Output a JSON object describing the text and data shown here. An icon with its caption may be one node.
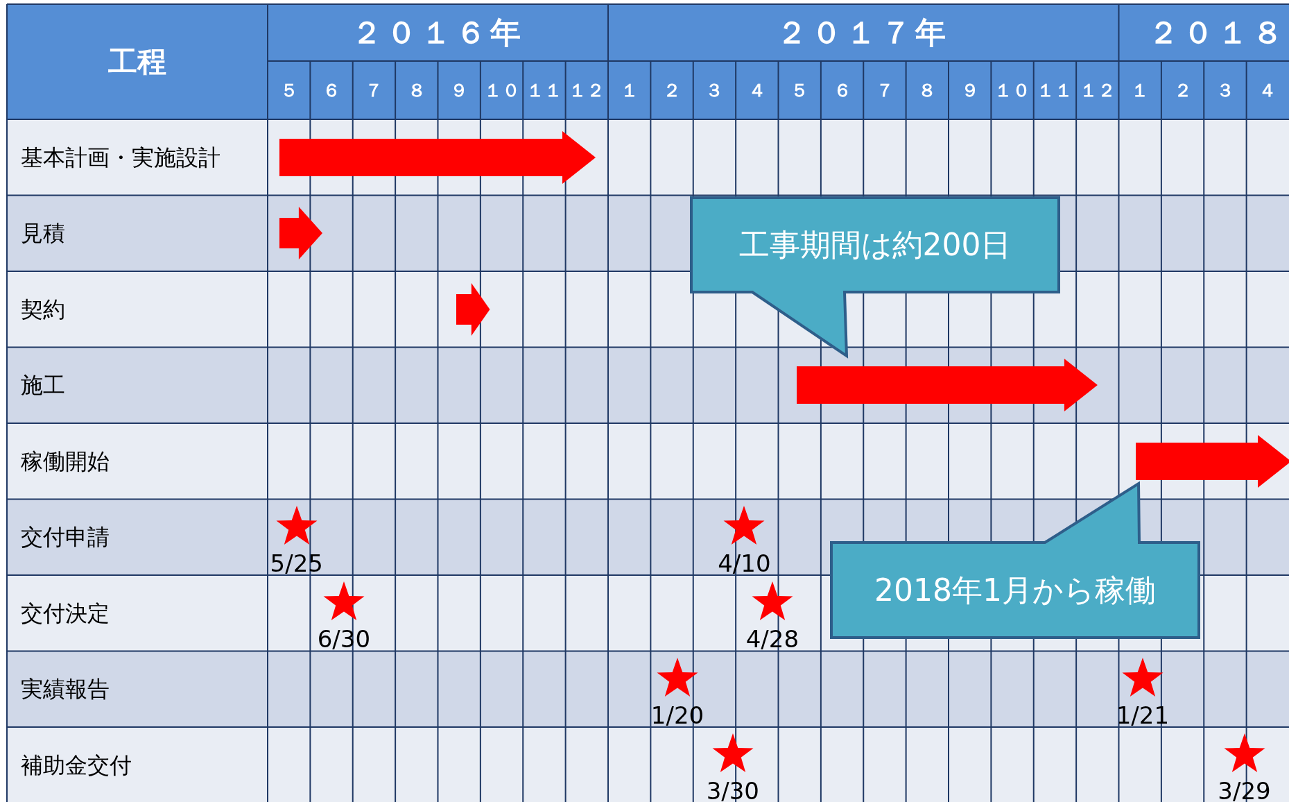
{
  "diagram": {
    "nodes": [
      {
        "text": [
          "工事期間は約200日"
        ]
      },
      {
        "text": [
          "2018年1月から稼働"
        ]
      }
    ],
    "labels": [
      "工程",
      "２０１６年",
      "２０１７年",
      "２０１８",
      "５",
      "６",
      "７",
      "８",
      "９",
      "１０",
      "１１",
      "１２",
      "１",
      "２",
      "３",
      "４",
      "５",
      "６",
      "７",
      "８",
      "９",
      "１０",
      "１１",
      "１２",
      "１",
      "２",
      "３",
      "４",
      "基本計画・実施設計",
      "見積",
      "契約",
      "施工",
      "稼働開始",
      "交付申請",
      "交付決定",
      "実績報告",
      "補助金交付",
      "5/25",
      "4/10",
      "6/30",
      "4/28",
      "1/20",
      "1/21",
      "3/30",
      "3/29"
    ]
  }
}
